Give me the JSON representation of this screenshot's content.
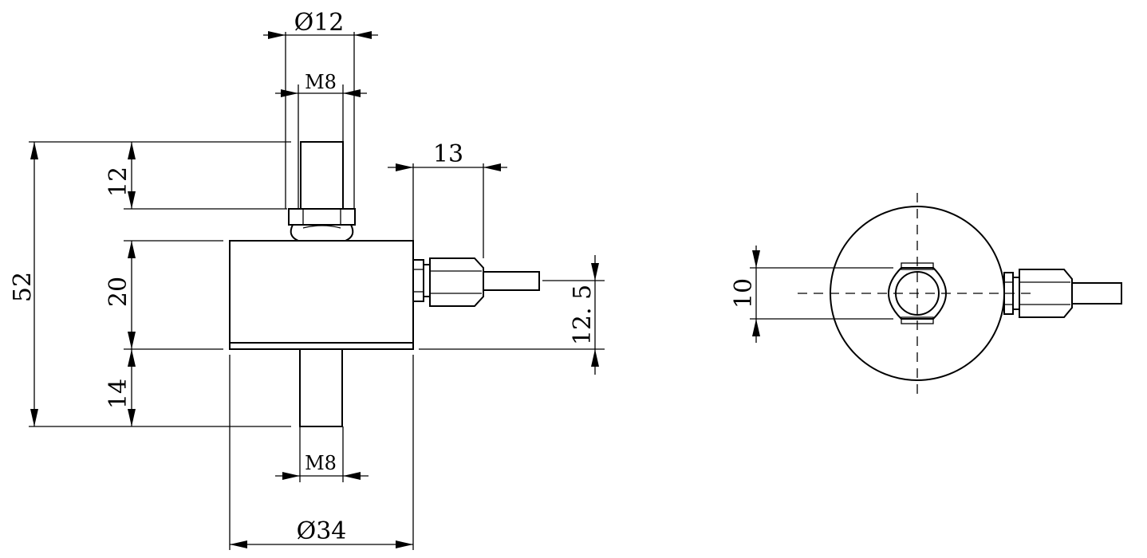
{
  "dimensions": {
    "top_diameter": "Ø12",
    "top_thread": "M8",
    "bottom_thread": "M8",
    "body_diameter": "Ø34",
    "total_height": "52",
    "top_stud_length": "12",
    "body_height": "20",
    "bottom_stud_length": "14",
    "cable_offset": "13",
    "cable_height": "12. 5",
    "side_view_flat": "10"
  },
  "colors": {
    "line": "#000000",
    "background": "#ffffff"
  }
}
